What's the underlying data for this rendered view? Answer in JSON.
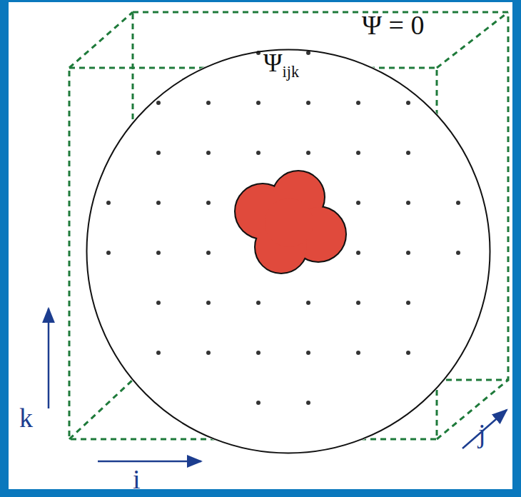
{
  "diagram": {
    "nodes": [
      {
        "text": [
          "Ψijk"
        ]
      }
    ],
    "labels": [
      "Ψ = 0",
      "k",
      "i",
      "j"
    ]
  }
}
